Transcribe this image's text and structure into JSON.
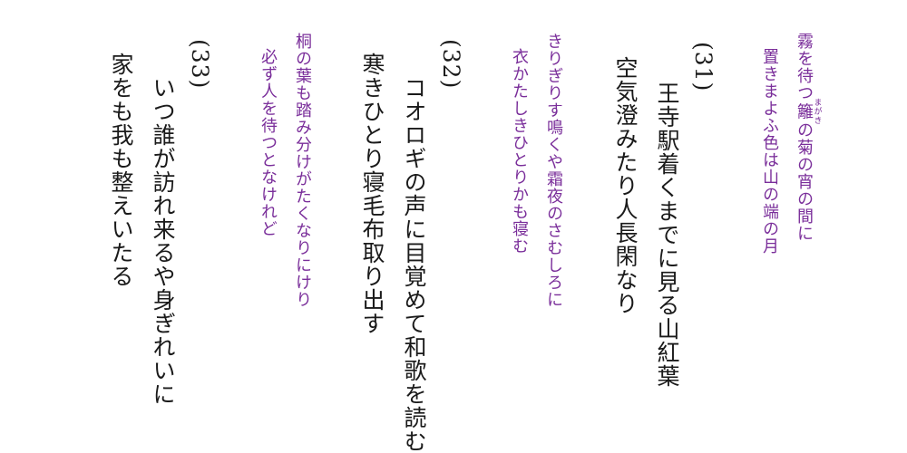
{
  "quote1": {
    "line1_pre": "霧を待つ",
    "line1_ruby_base": "籬",
    "line1_ruby_text": "まがき",
    "line1_post": "の菊の宵の間に",
    "line2": "置きまよふ色は山の端の月"
  },
  "stanza31": {
    "number": "(31)",
    "line1": "王寺駅着くまでに見る山紅葉",
    "line2": "空気澄みたり人長閑なり"
  },
  "quote2": {
    "line1": "きりぎりす鳴くや霜夜のさむしろに",
    "line2": "衣かたしきひとりかも寝む"
  },
  "stanza32": {
    "number": "(32)",
    "line1": "コオロギの声に目覚めて和歌を読む",
    "line2": "寒きひとり寝毛布取り出す"
  },
  "quote3": {
    "line1": "桐の葉も踏み分けがたくなりにけり",
    "line2": "必ず人を待つとなけれど"
  },
  "stanza33": {
    "number": "(33)",
    "line1": "いつ誰が訪れ来るや身ぎれいに",
    "line2": "家をも我も整えいたる"
  }
}
